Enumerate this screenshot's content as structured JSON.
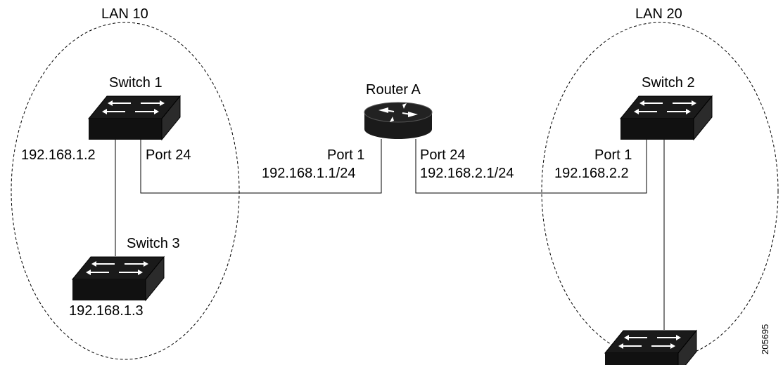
{
  "lans": [
    {
      "label": "LAN 10"
    },
    {
      "label": "LAN 20"
    }
  ],
  "devices": {
    "switch1": {
      "label": "Switch 1",
      "ip": "192.168.1.2",
      "port": "Port 24"
    },
    "switch2": {
      "label": "Switch 2"
    },
    "switch3": {
      "label": "Switch 3",
      "ip": "192.168.1.3"
    },
    "router": {
      "label": "Router A"
    }
  },
  "links": {
    "router_left": {
      "port": "Port 1",
      "ip": "192.168.1.1/24"
    },
    "router_right": {
      "port": "Port 24",
      "ip": "192.168.2.1/24"
    },
    "switch2_link": {
      "port": "Port 1",
      "ip": "192.168.2.2"
    }
  },
  "figure_id": "205695"
}
